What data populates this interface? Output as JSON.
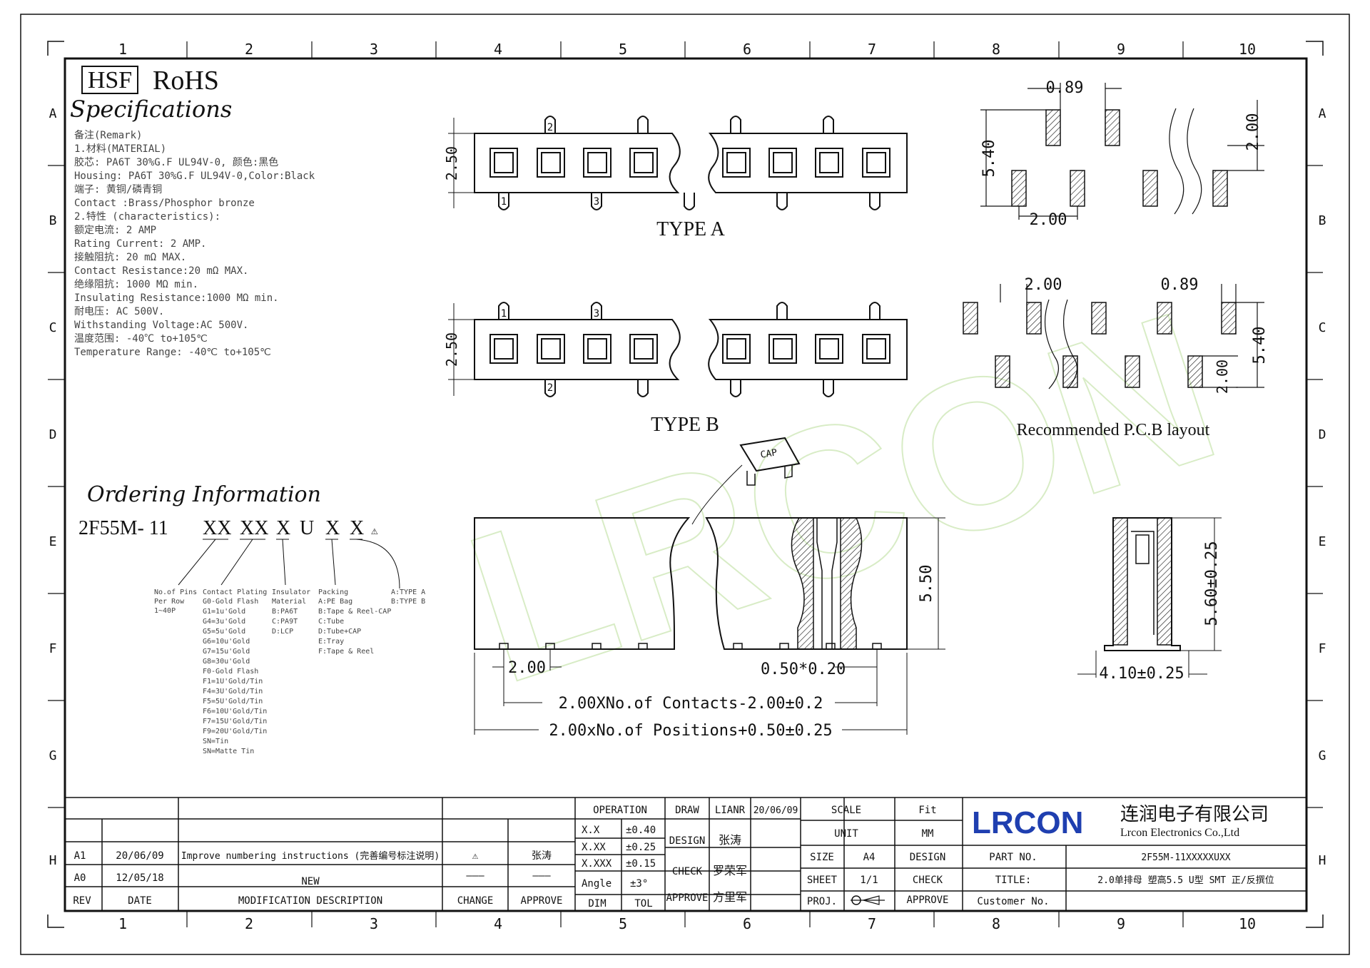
{
  "sheet": {
    "columns": [
      "1",
      "2",
      "3",
      "4",
      "5",
      "6",
      "7",
      "8",
      "9",
      "10"
    ],
    "rows": [
      "A",
      "B",
      "C",
      "D",
      "E",
      "F",
      "G",
      "H"
    ]
  },
  "header": {
    "hsf": "HSF",
    "rohs": "RoHS",
    "specifications_title": "Specifications"
  },
  "specs": [
    "备注(Remark)",
    "1.材料(MATERIAL)",
    "胶芯: PA6T 30%G.F UL94V-0, 颜色:黑色",
    "Housing: PA6T 30%G.F UL94V-0,Color:Black",
    "端子: 黄铜/磷青铜",
    "Contact :Brass/Phosphor bronze",
    "2.特性 (characteristics):",
    "额定电流: 2 AMP",
    "Rating Current: 2 AMP.",
    "接触阻抗: 20 mΩ MAX.",
    "Contact Resistance:20 mΩ MAX.",
    "绝缘阻抗: 1000 MΩ min.",
    "Insulating Resistance:1000 MΩ  min.",
    "耐电压: AC 500V.",
    "Withstanding Voltage:AC 500V.",
    "温度范围: -40℃ to+105℃",
    "Temperature Range: -40℃ to+105℃"
  ],
  "ordering": {
    "title": "Ordering Information",
    "part_prefix": "2F55M- 11",
    "codes": [
      "XX",
      "XX",
      "X",
      "U",
      "X",
      "X"
    ],
    "pins_col": [
      "No.of Pins",
      "Per Row",
      "1~40P"
    ],
    "plating_col": [
      "Contact Plating",
      "G0-Gold Flash",
      "G1=1u'Gold",
      "G4=3u'Gold",
      "G5=5u'Gold",
      "G6=10u'Gold",
      "G7=15u'Gold",
      "G8=30u'Gold",
      "F0-Gold Flash",
      "F1=1U'Gold/Tin",
      "F4=3U'Gold/Tin",
      "F5=5U'Gold/Tin",
      "F6=10U'Gold/Tin",
      "F7=15U'Gold/Tin",
      "F9=20U'Gold/Tin",
      "SN=Tin",
      "SN=Matte Tin"
    ],
    "insulator_col": [
      "Insulator",
      "Material",
      "B:PA6T",
      "C:PA9T",
      "D:LCP"
    ],
    "packing_col": [
      "Packing",
      "A:PE Bag",
      "B:Tape & Reel-CAP",
      "C:Tube",
      "D:Tube+CAP",
      "E:Tray",
      "F:Tape & Reel"
    ],
    "type_col": [
      "A:TYPE A",
      "B:TYPE B"
    ]
  },
  "views": {
    "type_a": "TYPE A",
    "type_b": "TYPE B",
    "pcb_layout": "Recommended P.C.B layout",
    "cap": "CAP",
    "pin_1": "1",
    "pin_2": "2",
    "pin_3": "3"
  },
  "dims": {
    "d250": "2.50",
    "d089": "0.89",
    "d540": "5.40",
    "d200": "2.00",
    "d550": "5.50",
    "d050x020": "0.50*0.20",
    "contacts": "2.00XNo.of Contacts-2.00±0.2",
    "positions": "2.00xNo.of Positions+0.50±0.25",
    "d560": "5.60±0.25",
    "d410": "4.10±0.25"
  },
  "title_block": {
    "operation": "OPERATION",
    "draw": "DRAW",
    "draw_by": "LIANR",
    "draw_date": "20/06/09",
    "scale": "SCALE",
    "scale_val": "Fit",
    "unit": "UNIT",
    "unit_val": "MM",
    "design": "DESIGN",
    "design_by": "张涛",
    "check": "CHECK",
    "check_by": "罗荣军",
    "approve": "APPROVE",
    "approve_by": "方里军",
    "tol_rows": [
      [
        "X.X",
        "±0.40"
      ],
      [
        "X.XX",
        "±0.25"
      ],
      [
        "X.XXX",
        "±0.15"
      ],
      [
        "Angle",
        "±3°"
      ]
    ],
    "dim": "DIM",
    "tol": "TOL",
    "size": "SIZE",
    "size_val": "A4",
    "sheet": "SHEET",
    "sheet_val": "1/1",
    "proj": "PROJ.",
    "design2": "DESIGN",
    "check2": "CHECK",
    "approve2": "APPROVE",
    "part_no": "PART NO.",
    "part_no_val": "2F55M-11XXXXXUXX",
    "title": "TITLE:",
    "title_val": "2.0单排母 塑高5.5 U型 SMT 正/反撰位",
    "customer_no": "Customer No.",
    "logo": "LRCON",
    "company_cn": "连润电子有限公司",
    "company_en": "Lrcon Electronics Co.,Ltd",
    "watermark": "LRCON"
  },
  "revisions": {
    "rows": [
      {
        "rev": "A1",
        "date": "20/06/09",
        "desc": "Improve numbering instructions (完善编号标注说明)",
        "change": "⚠",
        "approve": "张涛"
      },
      {
        "rev": "A0",
        "date": "12/05/18",
        "desc": "NEW",
        "change": "———",
        "approve": "———"
      }
    ],
    "headers": {
      "rev": "REV",
      "date": "DATE",
      "desc": "MODIFICATION DESCRIPTION",
      "change": "CHANGE",
      "approve": "APPROVE"
    }
  }
}
